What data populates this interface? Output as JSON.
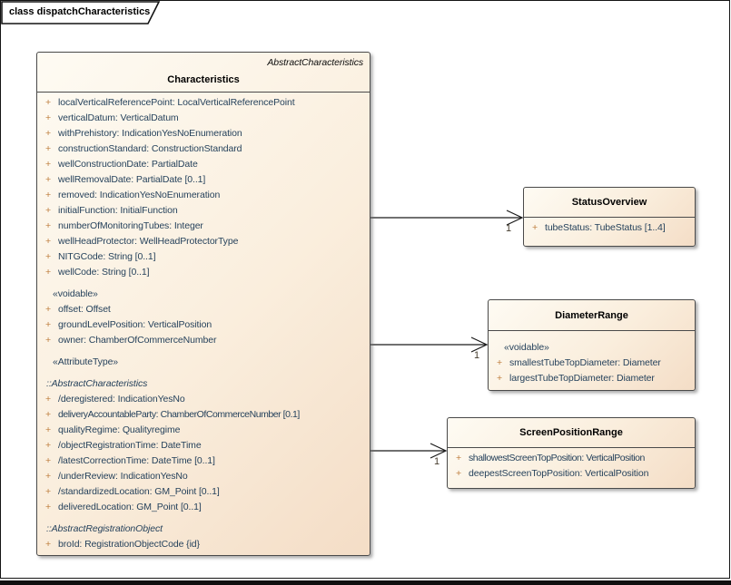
{
  "frame": {
    "tab_label": "class dispatchCharacteristics"
  },
  "colors": {
    "box_fill_light": "#FEFBF3",
    "box_fill_dark": "#F4DDC6",
    "box_border": "#4A4A4A",
    "attribute_text": "#26425C",
    "visibility_marker": "#BE7D3C",
    "frame_border": "#141414"
  },
  "classes": {
    "characteristics": {
      "header_stereotype": "AbstractCharacteristics",
      "name": "Characteristics",
      "rows": [
        {
          "kind": "attr",
          "vis": "+",
          "text": "localVerticalReferencePoint: LocalVerticalReferencePoint"
        },
        {
          "kind": "attr",
          "vis": "+",
          "text": "verticalDatum: VerticalDatum"
        },
        {
          "kind": "attr",
          "vis": "+",
          "text": "withPrehistory: IndicationYesNoEnumeration"
        },
        {
          "kind": "attr",
          "vis": "+",
          "text": "constructionStandard: ConstructionStandard"
        },
        {
          "kind": "attr",
          "vis": "+",
          "text": "wellConstructionDate: PartialDate"
        },
        {
          "kind": "attr",
          "vis": "+",
          "text": "wellRemovalDate: PartialDate [0..1]"
        },
        {
          "kind": "attr",
          "vis": "+",
          "text": "removed: IndicationYesNoEnumeration"
        },
        {
          "kind": "attr",
          "vis": "+",
          "text": "initialFunction: InitialFunction"
        },
        {
          "kind": "attr",
          "vis": "+",
          "text": "numberOfMonitoringTubes: Integer"
        },
        {
          "kind": "attr",
          "vis": "+",
          "text": "wellHeadProtector: WellHeadProtectorType"
        },
        {
          "kind": "attr",
          "vis": "+",
          "text": "NITGCode: String [0..1]"
        },
        {
          "kind": "attr",
          "vis": "+",
          "text": "wellCode: String [0..1]"
        },
        {
          "kind": "stereotype",
          "vis": "",
          "text": "«voidable»"
        },
        {
          "kind": "attr",
          "vis": "+",
          "text": "offset: Offset"
        },
        {
          "kind": "attr",
          "vis": "+",
          "text": "groundLevelPosition: VerticalPosition"
        },
        {
          "kind": "attr",
          "vis": "+",
          "text": "owner: ChamberOfCommerceNumber"
        },
        {
          "kind": "stereotype",
          "vis": "",
          "text": "«AttributeType»"
        },
        {
          "kind": "origin",
          "vis": "",
          "text": "::AbstractCharacteristics"
        },
        {
          "kind": "attr",
          "vis": "+",
          "text": "/deregistered: IndicationYesNo"
        },
        {
          "kind": "attr tight",
          "vis": "+",
          "text": "deliveryAccountableParty: ChamberOfCommerceNumber [0.1]"
        },
        {
          "kind": "attr",
          "vis": "+",
          "text": "qualityRegime: Qualityregime"
        },
        {
          "kind": "attr",
          "vis": "+",
          "text": "/objectRegistrationTime: DateTime"
        },
        {
          "kind": "attr",
          "vis": "+",
          "text": "/latestCorrectionTime: DateTime [0..1]"
        },
        {
          "kind": "attr",
          "vis": "+",
          "text": "/underReview: IndicationYesNo"
        },
        {
          "kind": "attr",
          "vis": "+",
          "text": "/standardizedLocation: GM_Point [0..1]"
        },
        {
          "kind": "attr",
          "vis": "+",
          "text": "deliveredLocation: GM_Point [0..1]"
        },
        {
          "kind": "origin",
          "vis": "",
          "text": "::AbstractRegistrationObject"
        },
        {
          "kind": "attr",
          "vis": "+",
          "text": "broId: RegistrationObjectCode {id}"
        }
      ]
    },
    "status_overview": {
      "name": "StatusOverview",
      "rows": [
        {
          "kind": "attr",
          "vis": "+",
          "text": "tubeStatus: TubeStatus [1..4]"
        }
      ]
    },
    "diameter_range": {
      "name": "DiameterRange",
      "rows": [
        {
          "kind": "stereotype",
          "vis": "",
          "text": "«voidable»"
        },
        {
          "kind": "attr",
          "vis": "+",
          "text": "smallestTubeTopDiameter: Diameter"
        },
        {
          "kind": "attr",
          "vis": "+",
          "text": "largestTubeTopDiameter: Diameter"
        }
      ]
    },
    "screen_position_range": {
      "name": "ScreenPositionRange",
      "rows": [
        {
          "kind": "attr tight",
          "vis": "+",
          "text": "shallowestScreenTopPosition: VerticalPosition"
        },
        {
          "kind": "attr",
          "vis": "+",
          "text": "deepestScreenTopPosition: VerticalPosition"
        }
      ]
    }
  },
  "connectors": [
    {
      "source": "Characteristics",
      "target": "StatusOverview",
      "multiplicity": "1"
    },
    {
      "source": "Characteristics",
      "target": "DiameterRange",
      "multiplicity": "1"
    },
    {
      "source": "Characteristics",
      "target": "ScreenPositionRange",
      "multiplicity": "1"
    }
  ]
}
